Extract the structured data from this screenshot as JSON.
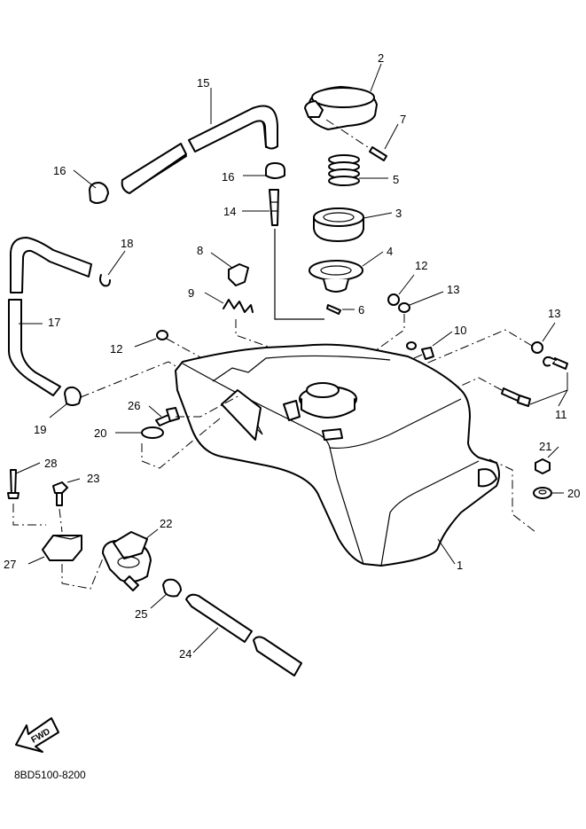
{
  "diagram_code": "8BD5100-8200",
  "fwd_label": "FWD",
  "callouts": {
    "c1": "1",
    "c2": "2",
    "c3": "3",
    "c4": "4",
    "c5": "5",
    "c6": "6",
    "c7": "7",
    "c8": "8",
    "c9": "9",
    "c10": "10",
    "c11": "11",
    "c12a": "12",
    "c12b": "12",
    "c13a": "13",
    "c13b": "13",
    "c14": "14",
    "c15": "15",
    "c16a": "16",
    "c16b": "16",
    "c17": "17",
    "c18": "18",
    "c19": "19",
    "c20a": "20",
    "c20b": "20",
    "c21": "21",
    "c22": "22",
    "c23": "23",
    "c24": "24",
    "c25": "25",
    "c26": "26",
    "c27": "27",
    "c28": "28"
  }
}
